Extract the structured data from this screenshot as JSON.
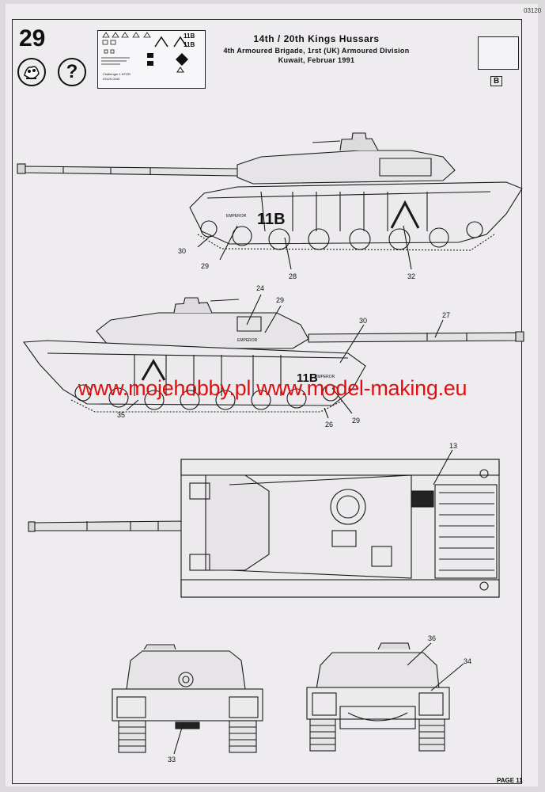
{
  "header": {
    "doc_code": "03120",
    "step_number": "29",
    "title_line1": "14th / 20th Kings Hussars",
    "title_line2": "4th Armoured Brigade, 1rst (UK) Armoured Division",
    "title_line3": "Kuwait, Februar 1991",
    "help_symbol": "?",
    "color_code": "B"
  },
  "decal_sheet": {
    "markings": [
      "11B",
      "Λ"
    ],
    "fine_print": [
      "Challenger 1 KFOR",
      "03120-0240"
    ]
  },
  "vehicle_markings": {
    "hull_number": "11B",
    "chevron": "Λ",
    "name": "EMPEROR"
  },
  "callouts": {
    "side_left": [
      "30",
      "29",
      "28",
      "32"
    ],
    "side_right": [
      "24",
      "29",
      "30",
      "27",
      "35",
      "26",
      "29"
    ],
    "top": [
      "13"
    ],
    "front": [
      "33"
    ],
    "rear": [
      "36",
      "34"
    ]
  },
  "watermark": "www.mojehobby.pl www.model-making.eu",
  "footer": {
    "page_label": "PAGE 11"
  }
}
